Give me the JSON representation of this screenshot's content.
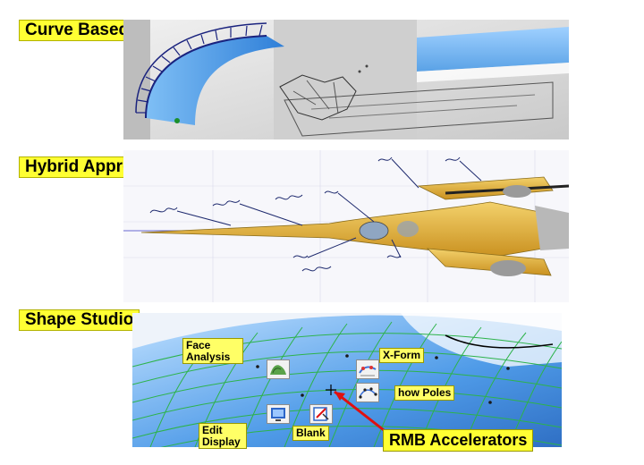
{
  "sections": {
    "curve": {
      "label": "Curve Based"
    },
    "hybrid": {
      "label": "Hybrid Approach"
    },
    "shape": {
      "label": "Shape Studio",
      "callouts": {
        "face_analysis": "Face Analysis",
        "x_form": "X-Form",
        "show_poles": "how Poles",
        "edit_display": "Edit Display",
        "blank": "Blank"
      },
      "accent_label": "RMB Accelerators"
    }
  },
  "colors": {
    "label_bg": "#ffff33",
    "surface_blue": "#4f9be8",
    "mesh_green": "#2db34a",
    "ship_yellow": "#e8b531",
    "arrow_red": "#e01010"
  },
  "icons": [
    "face-analysis-icon",
    "x-form-icon",
    "show-poles-icon",
    "edit-display-icon",
    "blank-icon"
  ]
}
